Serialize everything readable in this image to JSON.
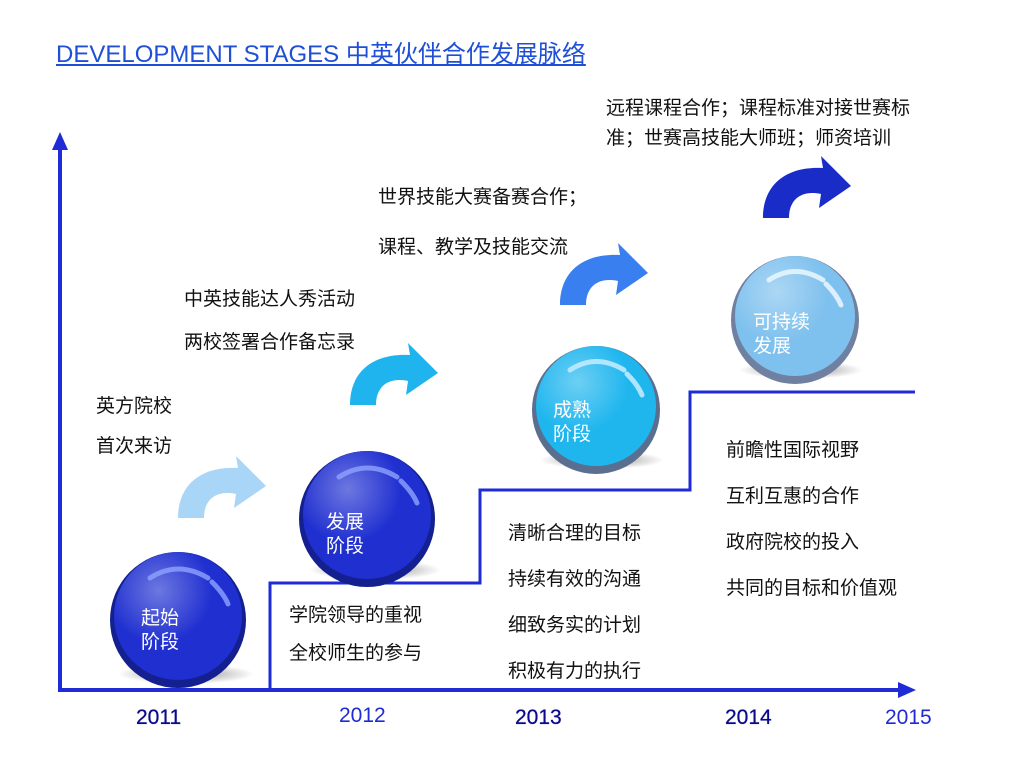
{
  "title": "DEVELOPMENT STAGES 中英伙伴合作发展脉络",
  "colors": {
    "axis": "#1f2bd6",
    "stage1": "#1f2fd0",
    "stage2": "#1f2fd0",
    "stage3": "#1fb6ee",
    "stage4": "#7fc1ee",
    "arrow1": "#a9d6f7",
    "arrow2": "#1fb4ee",
    "arrow3": "#3a7ff0",
    "arrow4": "#1a2cc8"
  },
  "stages": [
    {
      "label_1": "起始",
      "label_2": "阶段"
    },
    {
      "label_1": "发展",
      "label_2": "阶段"
    },
    {
      "label_1": "成熟",
      "label_2": "阶段"
    },
    {
      "label_1": "可持续",
      "label_2": "发展"
    }
  ],
  "above_texts": [
    {
      "lines": [
        "英方院校",
        "首次来访"
      ]
    },
    {
      "lines": [
        "中英技能达人秀活动",
        "两校签署合作备忘录"
      ]
    },
    {
      "lines": [
        "世界技能大赛备赛合作；",
        "课程、教学及技能交流"
      ]
    },
    {
      "lines": [
        "远程课程合作；课程标准对接世赛标",
        "准；世赛高技能大师班；师资培训"
      ]
    }
  ],
  "below_texts": [
    {
      "lines": [
        "学院领导的重视",
        "全校师生的参与"
      ]
    },
    {
      "lines": [
        "清晰合理的目标",
        "持续有效的沟通",
        "细致务实的计划",
        "积极有力的执行"
      ]
    },
    {
      "lines": [
        "前瞻性国际视野",
        "互利互惠的合作",
        "政府院校的投入",
        "共同的目标和价值观"
      ]
    }
  ],
  "years": [
    "2011",
    "2012",
    "2013",
    "2014",
    "2015"
  ]
}
